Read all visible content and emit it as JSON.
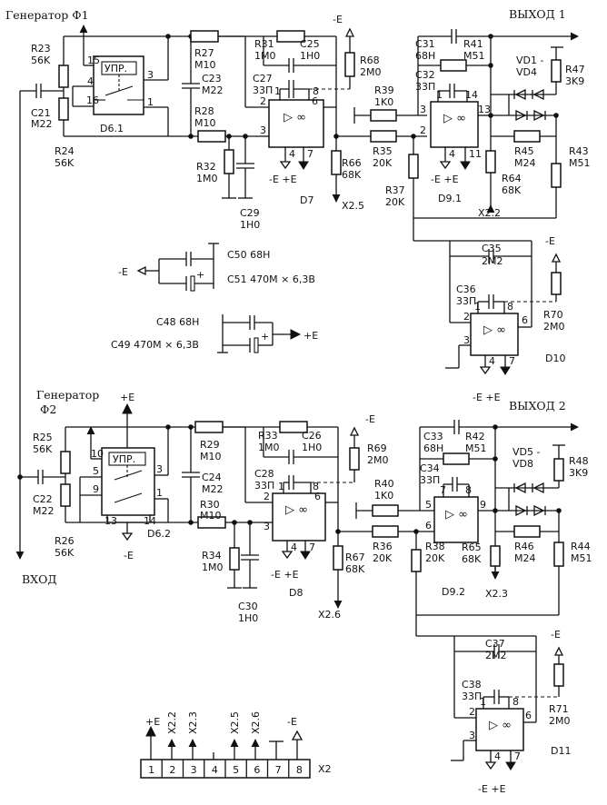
{
  "labels": {
    "gen1": "Генератор Ф1",
    "gen2a": "Генератор",
    "gen2b": "Ф2",
    "out1": "ВЫХОД 1",
    "out2": "ВЫХОД 2",
    "input": "ВХОД",
    "neg_e": "-E",
    "pos_e": "+E",
    "pm_e": "-E +E",
    "upr": "УПР.",
    "opamp": "▷ ∞",
    "x2": "X2"
  },
  "pins": {
    "p1": "1",
    "p2": "2",
    "p3": "3",
    "p4": "4",
    "p5": "5",
    "p6": "6",
    "p7": "7",
    "p8": "8",
    "p9": "9",
    "p10": "10",
    "p13": "13",
    "p14": "14",
    "p15": "15",
    "p16": "16"
  },
  "top": {
    "r23": [
      "R23",
      "56K"
    ],
    "r24": [
      "R24",
      "56K"
    ],
    "c21": [
      "C21",
      "M22"
    ],
    "d61": "D6.1",
    "r27": [
      "R27",
      "M10"
    ],
    "r28": [
      "R28",
      "M10"
    ],
    "c23": [
      "C23",
      "M22"
    ],
    "r32": [
      "R32",
      "1M0"
    ],
    "c29": [
      "C29",
      "1H0"
    ],
    "r31": [
      "R31",
      "1M0"
    ],
    "c25": [
      "C25",
      "1H0"
    ],
    "c27": [
      "C27",
      "33П"
    ],
    "r68": [
      "R68",
      "2M0"
    ],
    "r66": [
      "R66",
      "68K"
    ],
    "x25": "X2.5",
    "d7": "D7",
    "r39": [
      "R39",
      "1K0"
    ],
    "r35": [
      "R35",
      "20K"
    ],
    "r37": [
      "R37",
      "20K"
    ],
    "c31": [
      "C31",
      "68H"
    ],
    "r41": [
      "R41",
      "M51"
    ],
    "c32": [
      "C32",
      "33П"
    ],
    "d91": "D9.1",
    "r64": [
      "R64",
      "68K"
    ],
    "x22": "X2.2",
    "vd": [
      "VD1 -",
      "VD4"
    ],
    "r47": [
      "R47",
      "3K9"
    ],
    "r45": [
      "R45",
      "M24"
    ],
    "r43": [
      "R43",
      "M51"
    ],
    "c35": [
      "C35",
      "2M2"
    ],
    "c36": [
      "C36",
      "33П"
    ],
    "r70": [
      "R70",
      "2M0"
    ],
    "d10": "D10"
  },
  "supply": {
    "c50": "C50  68H",
    "c51": "C51  470M × 6,3B",
    "c48": "C48  68H",
    "c49": "C49  470M × 6,3B"
  },
  "bottom": {
    "r25": [
      "R25",
      "56K"
    ],
    "r26": [
      "R26",
      "56K"
    ],
    "c22": [
      "C22",
      "M22"
    ],
    "d62": "D6.2",
    "r29": [
      "R29",
      "M10"
    ],
    "r30": [
      "R30",
      "M10"
    ],
    "c24": [
      "C24",
      "M22"
    ],
    "r34": [
      "R34",
      "1M0"
    ],
    "c30": [
      "C30",
      "1H0"
    ],
    "r33": [
      "R33",
      "1M0"
    ],
    "c26": [
      "C26",
      "1H0"
    ],
    "c28": [
      "C28",
      "33П"
    ],
    "r69": [
      "R69",
      "2M0"
    ],
    "r67": [
      "R67",
      "68K"
    ],
    "x26": "X2.6",
    "d8": "D8",
    "r40": [
      "R40",
      "1K0"
    ],
    "r36": [
      "R36",
      "20K"
    ],
    "r38": [
      "R38",
      "20K"
    ],
    "c33": [
      "C33",
      "68H"
    ],
    "r42": [
      "R42",
      "M51"
    ],
    "c34": [
      "C34",
      "33П"
    ],
    "d92": "D9.2",
    "r65": [
      "R65",
      "68K"
    ],
    "x23": "X2.3",
    "vd": [
      "VD5 -",
      "VD8"
    ],
    "r48": [
      "R48",
      "3K9"
    ],
    "r46": [
      "R46",
      "M24"
    ],
    "r44": [
      "R44",
      "M51"
    ],
    "c37": [
      "C37",
      "2M2"
    ],
    "c38": [
      "C38",
      "33П"
    ],
    "r71": [
      "R71",
      "2M0"
    ],
    "d11": "D11"
  },
  "connector": {
    "cells": [
      "1",
      "2",
      "3",
      "4",
      "5",
      "6",
      "7",
      "8"
    ],
    "tops": [
      "+E",
      "X2.2",
      "X2.3",
      "X2.5",
      "X2.6",
      "-E"
    ]
  }
}
